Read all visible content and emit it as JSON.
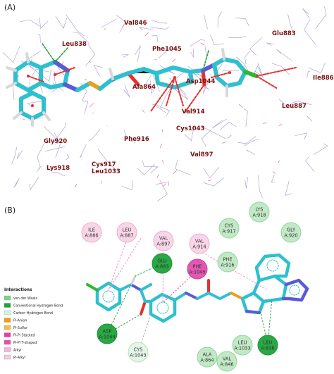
{
  "panel_a": {
    "label": "(A)",
    "residues": [
      {
        "id": "val846",
        "label": "Val846"
      },
      {
        "id": "leu838",
        "label": "Leu838"
      },
      {
        "id": "phe1045",
        "label": "Phe1045"
      },
      {
        "id": "glu883",
        "label": "Glu883"
      },
      {
        "id": "ile886",
        "label": "Ile886"
      },
      {
        "id": "ala864",
        "label": "Ala864"
      },
      {
        "id": "asp1044",
        "label": "Asp1044"
      },
      {
        "id": "leu887",
        "label": "Leu887"
      },
      {
        "id": "val914",
        "label": "Val914"
      },
      {
        "id": "cys1043",
        "label": "Cys1043"
      },
      {
        "id": "gly920",
        "label": "Gly920"
      },
      {
        "id": "phe916",
        "label": "Phe916"
      },
      {
        "id": "val897",
        "label": "Val897"
      },
      {
        "id": "lys918",
        "label": "Lys918"
      },
      {
        "id": "cys917",
        "label": "Cys917"
      },
      {
        "id": "leu1033",
        "label": "Leu1033"
      }
    ]
  },
  "panel_b": {
    "label": "(B)",
    "residues": [
      {
        "id": "ile886",
        "line1": "ILE",
        "line2": "A:886",
        "type": "alkyl"
      },
      {
        "id": "leu887",
        "line1": "LEU",
        "line2": "A:887",
        "type": "alkyl"
      },
      {
        "id": "val897",
        "line1": "VAL",
        "line2": "A:897",
        "type": "alkyl"
      },
      {
        "id": "val914",
        "line1": "VAL",
        "line2": "A:914",
        "type": "alkyl"
      },
      {
        "id": "cys917",
        "line1": "CYS",
        "line2": "A:917",
        "type": "vdw"
      },
      {
        "id": "lys918",
        "line1": "LYS",
        "line2": "A:918",
        "type": "vdw"
      },
      {
        "id": "gly920",
        "line1": "GLY",
        "line2": "A:920",
        "type": "vdw"
      },
      {
        "id": "glu883",
        "line1": "GLU",
        "line2": "A:883",
        "type": "hbond"
      },
      {
        "id": "phe1045",
        "line1": "PHE",
        "line2": "A:1045",
        "type": "pipi_t"
      },
      {
        "id": "phe916",
        "line1": "PHE",
        "line2": "A:916",
        "type": "vdw"
      },
      {
        "id": "asp1044",
        "line1": "ASP",
        "line2": "A:1044",
        "type": "hbond"
      },
      {
        "id": "cys1043",
        "line1": "CYS",
        "line2": "A:1043",
        "type": "chbond"
      },
      {
        "id": "leu1033",
        "line1": "LEU",
        "line2": "A:1033",
        "type": "vdw"
      },
      {
        "id": "ala864",
        "line1": "ALA",
        "line2": "A:864",
        "type": "vdw"
      },
      {
        "id": "val846",
        "line1": "VAL",
        "line2": "A:846",
        "type": "vdw"
      },
      {
        "id": "leu838",
        "line1": "LEU",
        "line2": "A:838",
        "type": "hbond"
      }
    ],
    "legend": {
      "title": "Interactions",
      "items": [
        {
          "label": "van der Waals",
          "color": "#7fd18b"
        },
        {
          "label": "Conventional Hydrogen Bond",
          "color": "#1ea53c"
        },
        {
          "label": "Carbon Hydrogen Bond",
          "color": "#d9f2dc"
        },
        {
          "label": "Pi-Anion",
          "color": "#f39c12"
        },
        {
          "label": "Pi-Sulfur",
          "color": "#f0c040"
        },
        {
          "label": "Pi-Pi Stacked",
          "color": "#e83aa8"
        },
        {
          "label": "Pi-Pi T-shaped",
          "color": "#e24fb0"
        },
        {
          "label": "Alkyl",
          "color": "#f4b6d6"
        },
        {
          "label": "Pi-Alkyl",
          "color": "#f7c8e0"
        }
      ]
    }
  },
  "colors": {
    "ligand": "#2fc0cf",
    "nitrogen": "#5a5ad8",
    "oxygen": "#e53030",
    "chlorine": "#2db82d",
    "sulfur": "#e8a020",
    "hbond": "#1ea53c",
    "alkyl_line": "#f08cc4",
    "residue_label_3d": "#7a1010",
    "protein_wire": "#a89bd4"
  }
}
